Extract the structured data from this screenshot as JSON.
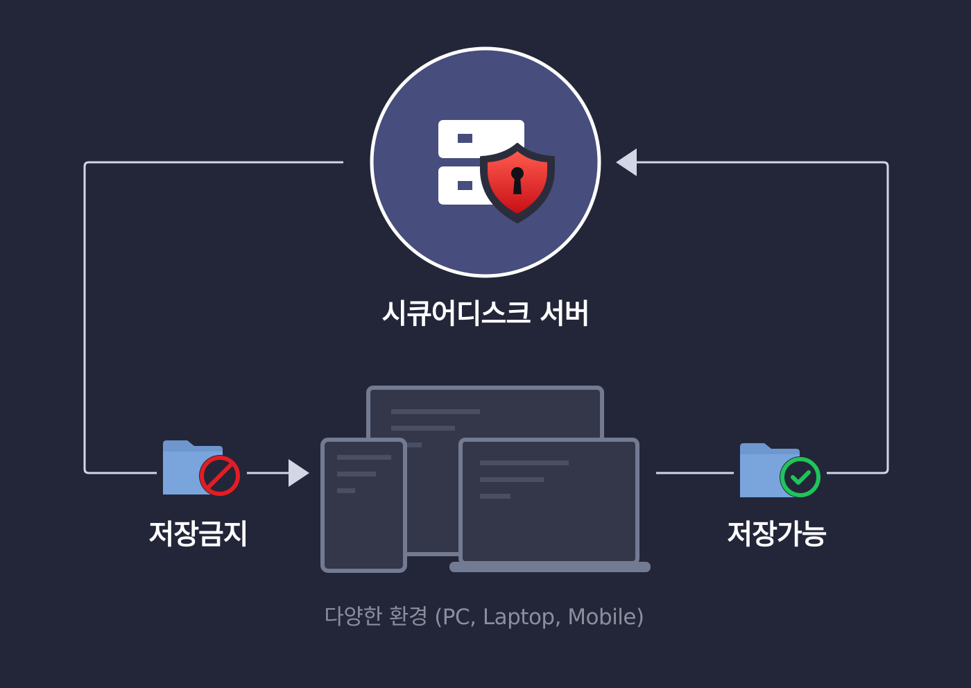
{
  "server": {
    "label": "시큐어디스크 서버",
    "icon": "server-with-lock-shield-icon"
  },
  "blocked": {
    "label": "저장금지",
    "folder_icon": "folder-icon",
    "status_icon": "prohibited-icon"
  },
  "allowed": {
    "label": "저장가능",
    "folder_icon": "folder-icon",
    "status_icon": "check-circle-icon"
  },
  "devices": {
    "caption": "다양한 환경 (PC, Laptop, Mobile)",
    "icons": [
      "monitor-icon",
      "tablet-icon",
      "laptop-icon"
    ]
  },
  "colors": {
    "background": "#232639",
    "server_circle": "#474d7c",
    "connector": "#d3d6e4",
    "folder": "#7aa5dc",
    "blocked": "#e51c23",
    "allowed": "#1fc45a",
    "device_frame": "#737b93",
    "device_screen": "#343749",
    "caption": "#8a8f9e"
  }
}
